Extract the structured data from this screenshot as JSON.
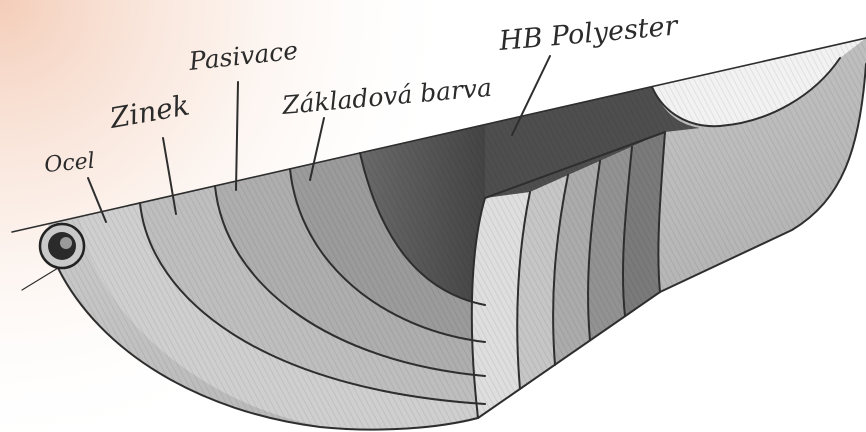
{
  "labels": {
    "ocel": "Ocel",
    "zinek": "Zinek",
    "pasivace": "Pasivace",
    "zakladova_barva": "Základová barva",
    "hb_polyester": "HB Polyester"
  },
  "colors": {
    "pencil": "#2b2b2b",
    "paper_tint": "#f2c4ac",
    "polyester_layer": "#565656"
  }
}
